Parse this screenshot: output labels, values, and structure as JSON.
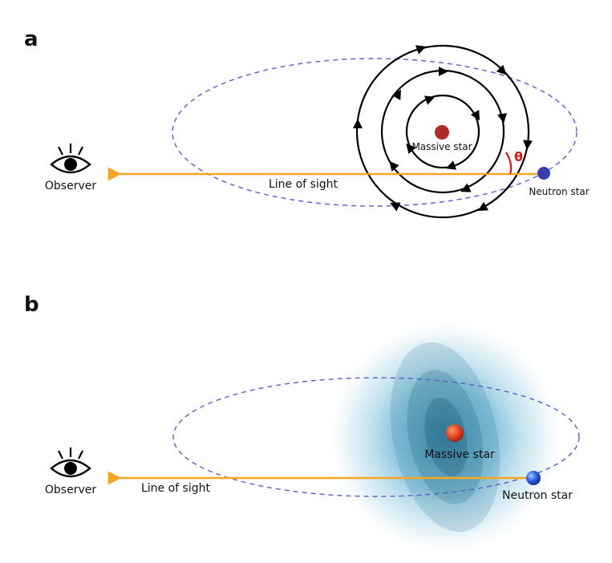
{
  "panels": [
    {
      "letter": "a",
      "observer_label": "Observer",
      "line_of_sight_label": "Line of sight",
      "massive_star_label": "Massive star",
      "neutron_star_label": "Neutron star",
      "angle_label": "θ"
    },
    {
      "letter": "b",
      "observer_label": "Observer",
      "line_of_sight_label": "Line of sight",
      "massive_star_label": "Massive star",
      "neutron_star_label": "Neutron star"
    }
  ],
  "colors": {
    "orbit": "#5a5fc4",
    "line_of_sight": "#f5a623",
    "massive_star": "#b02a2a",
    "neutron_star": "#3a3fb0",
    "angle": "#d11b1b",
    "field_lines": "#000000",
    "wind": "#2c8fb8"
  },
  "icons": {
    "observer": "eye-icon"
  }
}
